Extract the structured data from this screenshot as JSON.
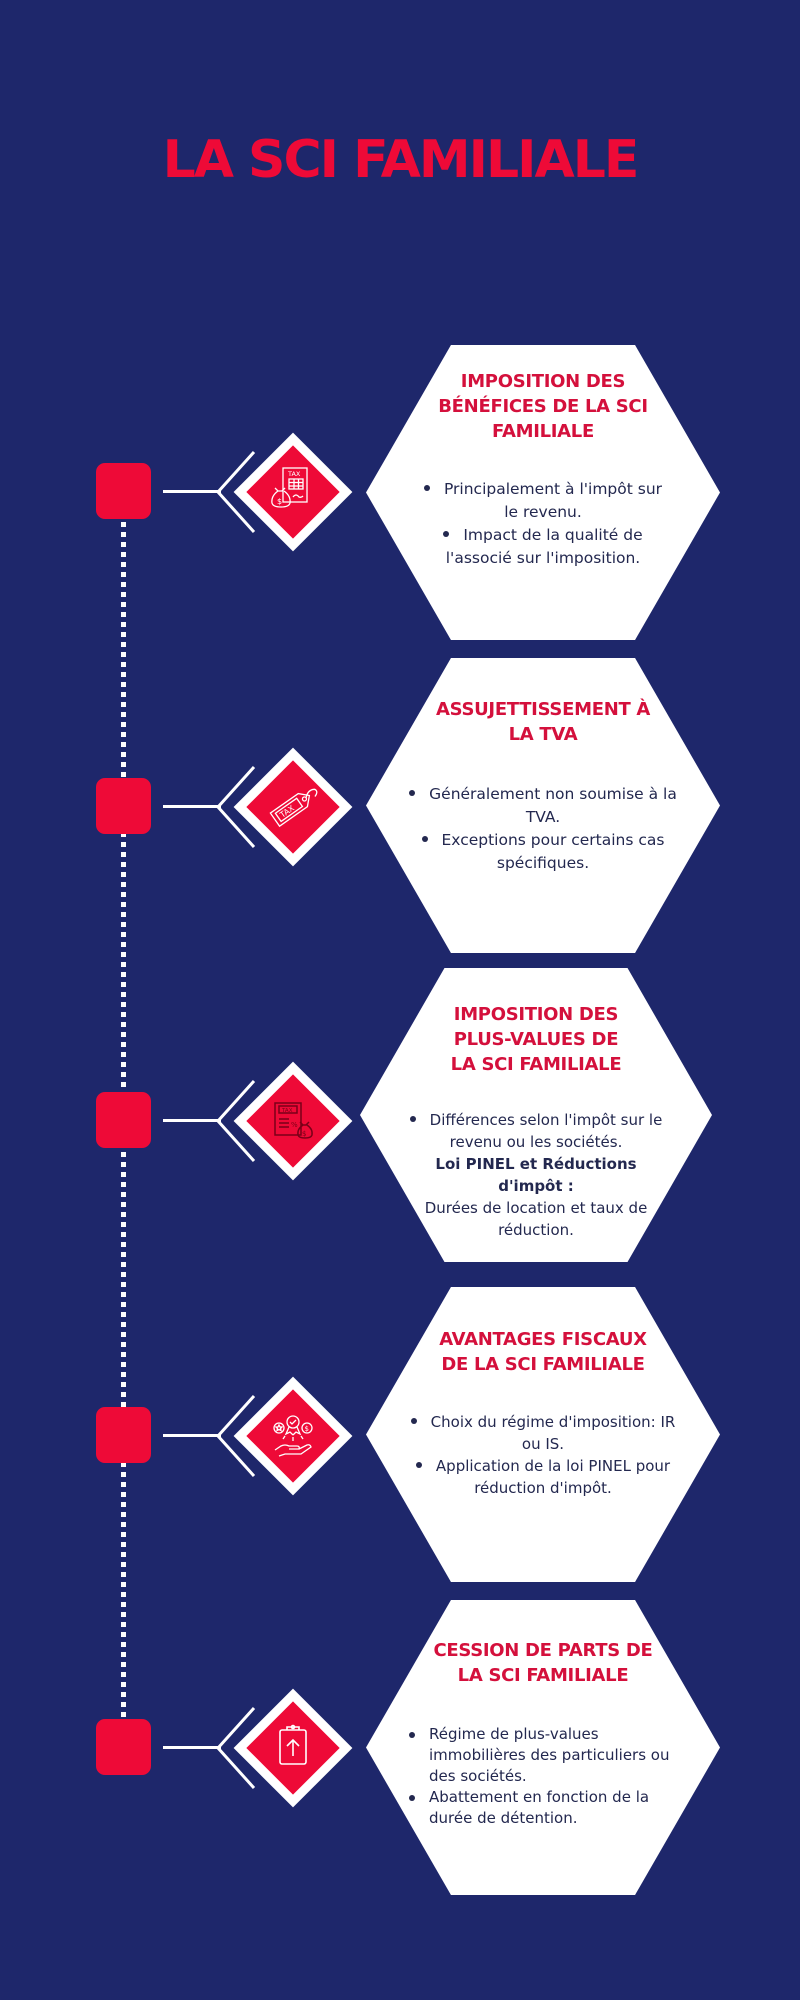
{
  "title": "LA SCI FAMILIALE",
  "colors": {
    "background": "#1e276b",
    "accent_red": "#ee0a37",
    "heading_red": "#d4103c",
    "text_dark": "#23284f",
    "white": "#ffffff"
  },
  "sections": [
    {
      "icon": "tax-document-money-bag-icon",
      "heading": "IMPOSITION DES\nBÉNÉFICES DE LA SCI\nFAMILIALE",
      "bullets": [
        "Principalement à l'impôt sur le revenu.",
        "Impact de la qualité de l'associé sur l'imposition."
      ]
    },
    {
      "icon": "tax-tag-icon",
      "heading": "ASSUJETTISSEMENT À\nLA TVA",
      "bullets": [
        "Généralement non soumise à la TVA.",
        "Exceptions pour certains cas spécifiques."
      ]
    },
    {
      "icon": "tax-calculator-money-bag-icon",
      "heading": "IMPOSITION DES\nPLUS-VALUES DE\nLA SCI FAMILIALE",
      "bullets": [
        "Différences selon l'impôt sur le revenu ou les sociétés."
      ],
      "extra_bold": "Loi PINEL et Réductions d'impôt :",
      "extra_text": "Durées de location et taux de réduction."
    },
    {
      "icon": "hand-award-coins-icon",
      "heading": "AVANTAGES FISCAUX\nDE LA SCI FAMILIALE",
      "bullets": [
        "Choix du régime d'imposition: IR ou IS.",
        "Application de la loi PINEL pour réduction d'impôt."
      ]
    },
    {
      "icon": "clipboard-upload-icon",
      "heading": "CESSION DE PARTS DE\nLA SCI FAMILIALE",
      "bullets": [
        "Régime de plus-values immobilières des particuliers ou des sociétés.",
        "Abattement en fonction de la durée de détention."
      ]
    }
  ]
}
